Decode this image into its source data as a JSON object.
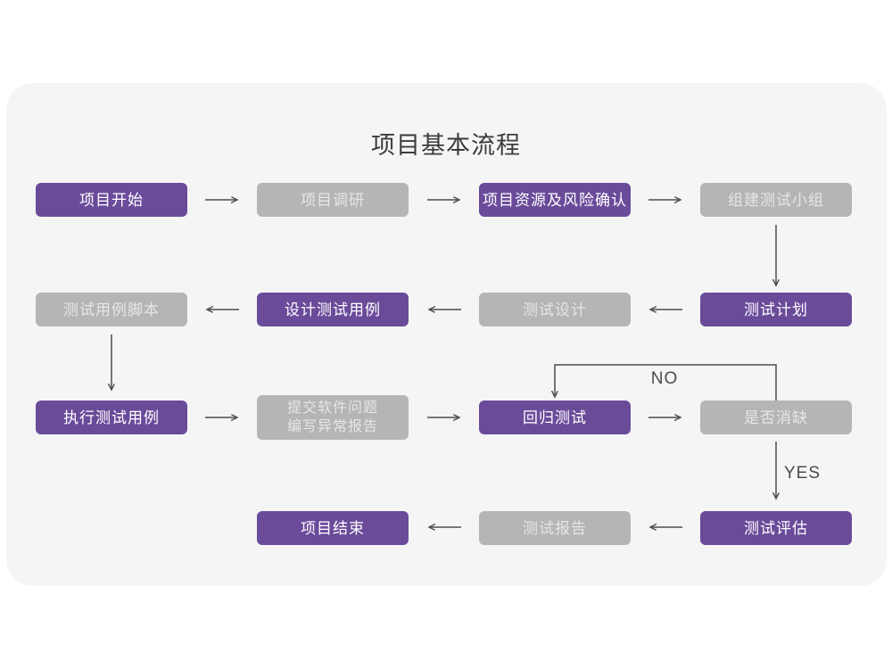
{
  "title": "项目基本流程",
  "colors": {
    "node_purple": "#6a4b9a",
    "node_gray": "#b5b5b5",
    "card_background": "#f5f5f6",
    "page_background": "#ffffff",
    "arrow": "#4d4d4d",
    "title_text": "#3c3c3c"
  },
  "edge_labels": {
    "no": "NO",
    "yes": "YES"
  },
  "nodes": [
    {
      "label": "项目开始",
      "type": "purple"
    },
    {
      "label": "项目调研",
      "type": "gray"
    },
    {
      "label": "项目资源及风险确认",
      "type": "purple"
    },
    {
      "label": "组建测试小组",
      "type": "gray"
    },
    {
      "label": "测试计划",
      "type": "purple"
    },
    {
      "label": "测试设计",
      "type": "gray"
    },
    {
      "label": "设计测试用例",
      "type": "purple"
    },
    {
      "label": "测试用例脚本",
      "type": "gray"
    },
    {
      "label": "执行测试用例",
      "type": "purple"
    },
    {
      "label_line1": "提交软件问题",
      "label_line2": "编写异常报告",
      "type": "gray"
    },
    {
      "label": "回归测试",
      "type": "purple"
    },
    {
      "label": "是否消缺",
      "type": "gray"
    },
    {
      "label": "测试评估",
      "type": "purple"
    },
    {
      "label": "测试报告",
      "type": "gray"
    },
    {
      "label": "项目结束",
      "type": "purple"
    }
  ]
}
